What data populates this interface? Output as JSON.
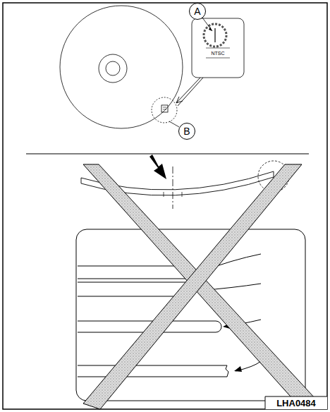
{
  "diagram": {
    "nodes": [
      {
        "text": [
          "A"
        ]
      },
      {
        "text": [
          "B"
        ]
      }
    ],
    "labels": [
      "NTSC",
      "LHA0484"
    ]
  }
}
